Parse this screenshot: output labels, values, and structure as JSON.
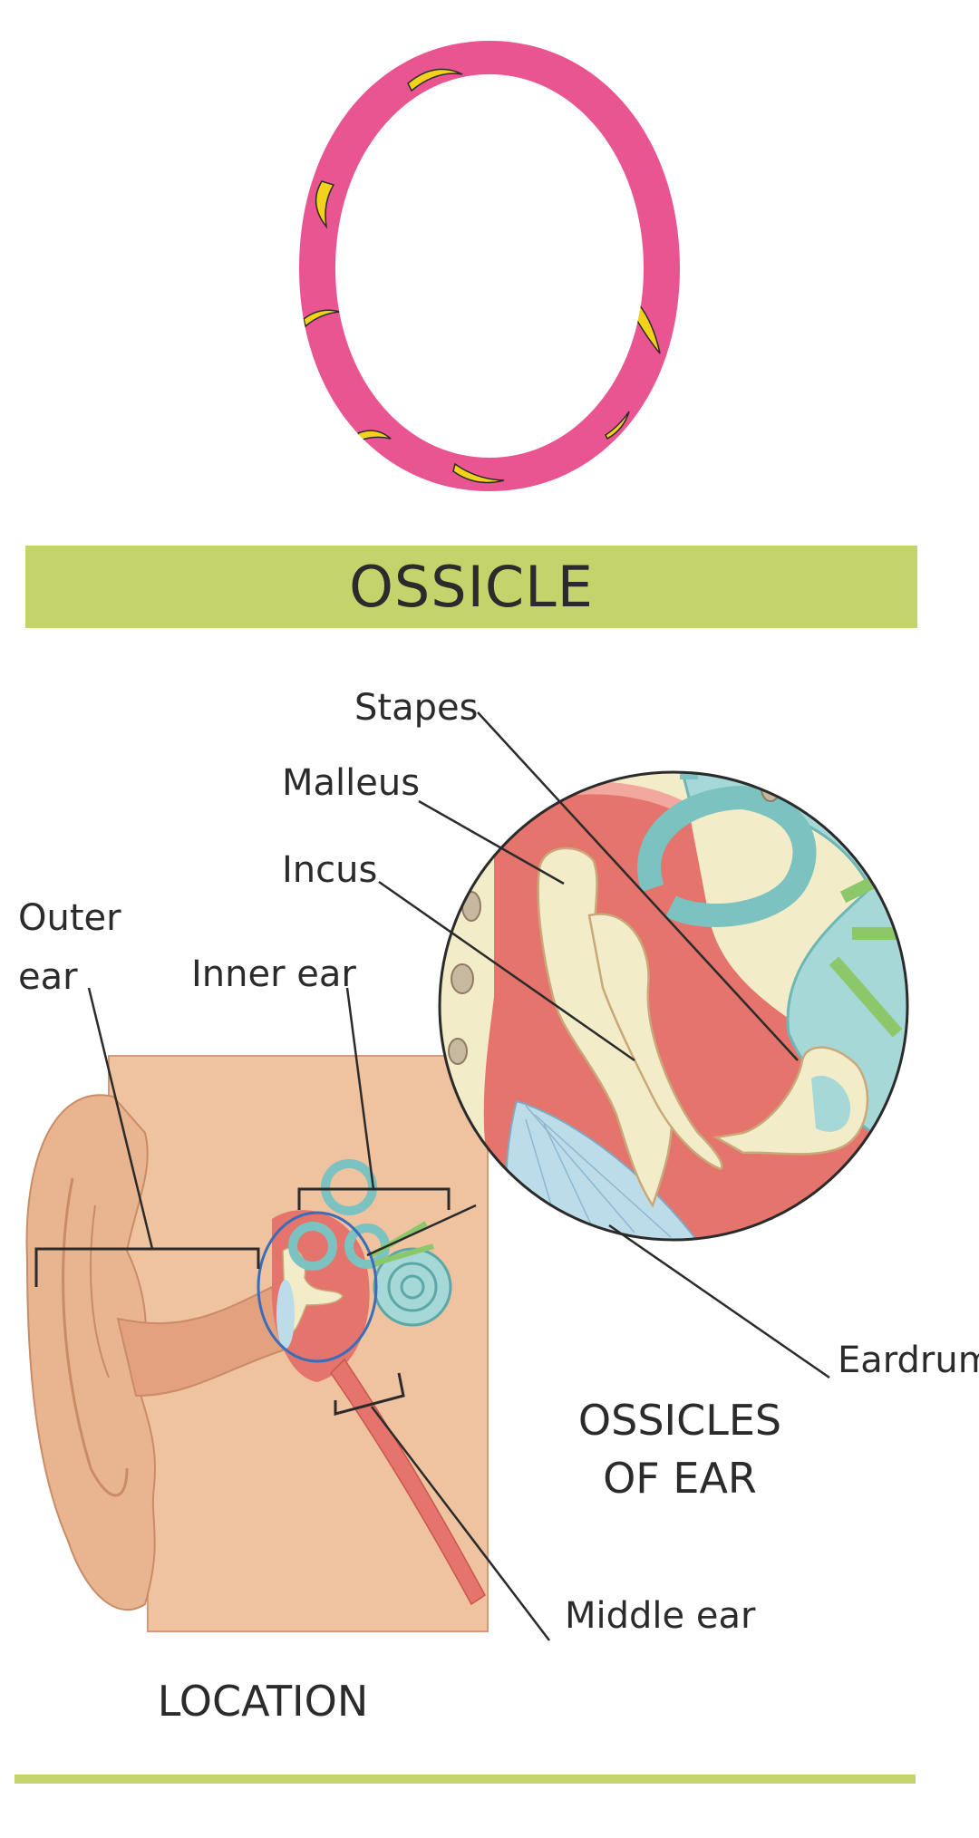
{
  "letter": {
    "glyph": "O",
    "fill_color": "#e85591",
    "pattern": "banana",
    "pattern_color": "#f2d21a"
  },
  "banner": {
    "title": "OSSICLE",
    "color": "#c5d46a"
  },
  "labels": {
    "stapes": "Stapes",
    "malleus": "Malleus",
    "incus": "Incus",
    "outer_ear_line1": "Outer",
    "outer_ear_line2": "ear",
    "inner_ear": "Inner ear",
    "eardrum": "Eardrum",
    "middle_ear": "Middle ear"
  },
  "captions": {
    "ossicles_line1": "OSSICLES",
    "ossicles_line2": "OF EAR",
    "location": "LOCATION"
  },
  "colors": {
    "skin": "#e8b590",
    "tissue": "#efc3a0",
    "cavity_red": "#e4746c",
    "bone": "#f3ecc8",
    "fluid_teal": "#a7d8d8",
    "eardrum_blue": "#bcdcea",
    "nerve_green": "#8cc86a",
    "accent_lime": "#c5d46a"
  }
}
